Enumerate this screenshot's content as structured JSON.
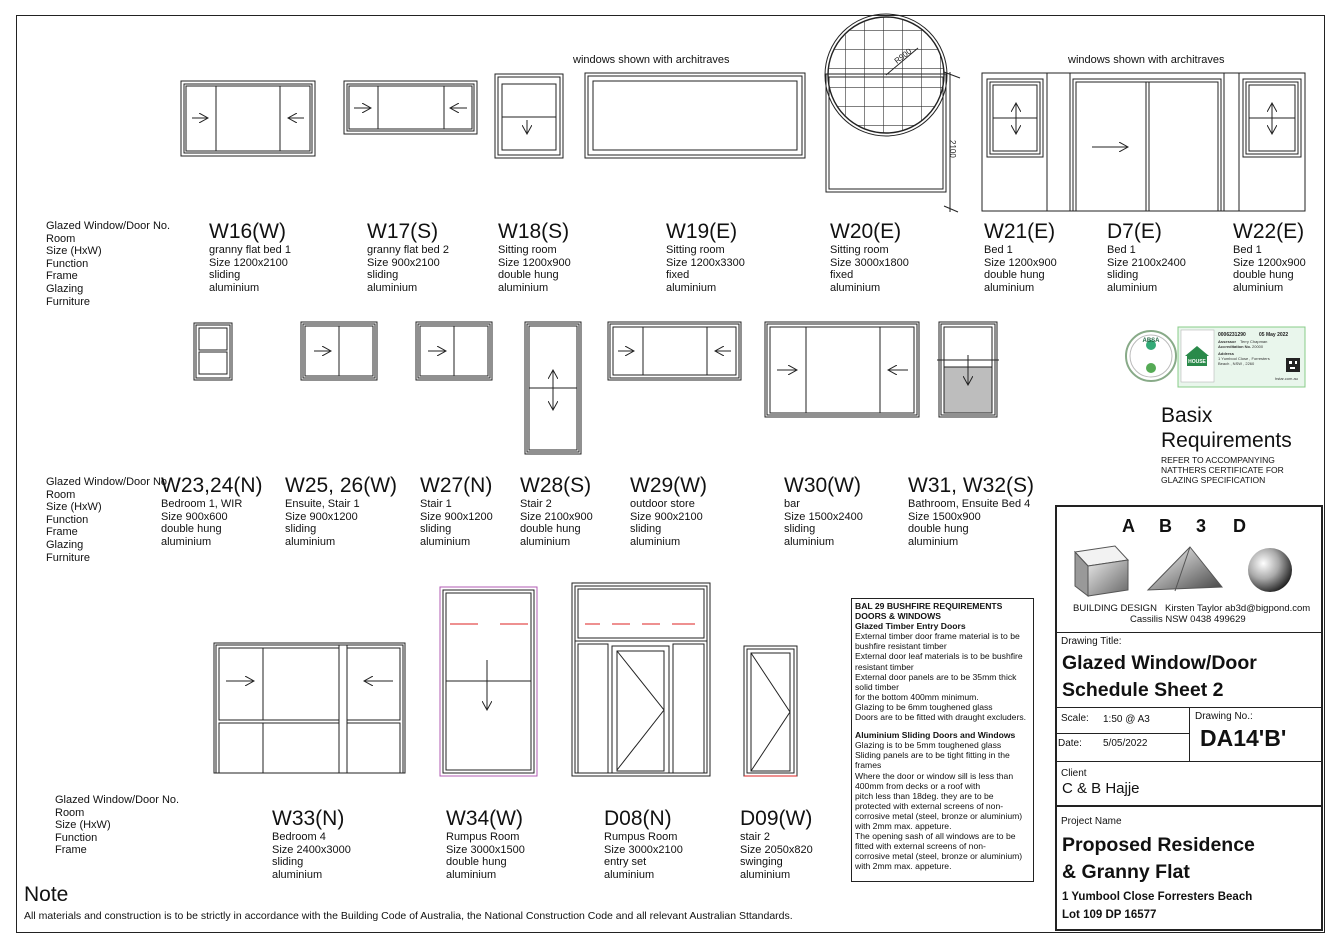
{
  "sheet": {
    "archi_note_1": "windows shown with architraves",
    "archi_note_2": "windows shown with architraves",
    "dim_r900": "R900",
    "dim_2100": "2100"
  },
  "legend_rows": [
    "Glazed Window/Door No.",
    "Room",
    "Size (HxW)",
    "Function",
    "Frame",
    "Glazing",
    "Furniture"
  ],
  "legend_rows_short": [
    "Glazed Window/Door No.",
    "Room",
    "Size (HxW)",
    "Function",
    "Frame"
  ],
  "row1": [
    {
      "code": "W16(W)",
      "room": "granny flat bed 1",
      "size": "Size 1200x2100",
      "function": "sliding",
      "frame": "aluminium"
    },
    {
      "code": "W17(S)",
      "room": "granny flat bed 2",
      "size": "Size 900x2100",
      "function": "sliding",
      "frame": "aluminium"
    },
    {
      "code": "W18(S)",
      "room": "Sitting room",
      "size": "Size 1200x900",
      "function": "double hung",
      "frame": "aluminium"
    },
    {
      "code": "W19(E)",
      "room": "Sitting room",
      "size": "Size 1200x3300",
      "function": "fixed",
      "frame": "aluminium"
    },
    {
      "code": "W20(E)",
      "room": "Sitting room",
      "size": "Size 3000x1800",
      "function": "fixed",
      "frame": "aluminium"
    },
    {
      "code": "W21(E)",
      "room": "Bed 1",
      "size": "Size 1200x900",
      "function": "double hung",
      "frame": "aluminium"
    },
    {
      "code": "D7(E)",
      "room": "Bed 1",
      "size": "Size 2100x2400",
      "function": "sliding",
      "frame": "aluminium"
    },
    {
      "code": "W22(E)",
      "room": "Bed 1",
      "size": "Size 1200x900",
      "function": "double hung",
      "frame": "aluminium"
    }
  ],
  "row2": [
    {
      "code": "W23,24(N)",
      "room": "Bedroom 1, WIR",
      "size": "Size 900x600",
      "function": "double hung",
      "frame": "aluminium"
    },
    {
      "code": "W25, 26(W)",
      "room": "Ensuite, Stair 1",
      "size": "Size 900x1200",
      "function": "sliding",
      "frame": "aluminium"
    },
    {
      "code": "W27(N)",
      "room": "Stair 1",
      "size": "Size 900x1200",
      "function": "sliding",
      "frame": "aluminium"
    },
    {
      "code": "W28(S)",
      "room": "Stair 2",
      "size": "Size 2100x900",
      "function": "double hung",
      "frame": "aluminium"
    },
    {
      "code": "W29(W)",
      "room": "outdoor store",
      "size": "Size 900x2100",
      "function": "sliding",
      "frame": "aluminium"
    },
    {
      "code": "W30(W)",
      "room": "bar",
      "size": "Size 1500x2400",
      "function": "sliding",
      "frame": "aluminium"
    },
    {
      "code": "W31, W32(S)",
      "room": "Bathroom, Ensuite Bed 4",
      "size": "Size 1500x900",
      "function": "double hung",
      "frame": "aluminium"
    }
  ],
  "row3": [
    {
      "code": "W33(N)",
      "room": "Bedroom 4",
      "size": "Size 2400x3000",
      "function": "sliding",
      "frame": "aluminium"
    },
    {
      "code": "W34(W)",
      "room": "Rumpus Room",
      "size": "Size 3000x1500",
      "function": "double hung",
      "frame": "aluminium"
    },
    {
      "code": "D08(N)",
      "room": "Rumpus Room",
      "size": "Size 3000x2100",
      "function": "entry set",
      "frame": "aluminium"
    },
    {
      "code": "D09(W)",
      "room": "stair 2",
      "size": "Size 2050x820",
      "function": "swinging",
      "frame": "aluminium"
    }
  ],
  "basix": {
    "title_line1": "Basix",
    "title_line2": "Requirements",
    "note_1": "REFER TO ACCOMPANYING",
    "note_2": "NATTHERS CERTIFICATE FOR",
    "note_3": "GLAZING SPECIFICATION",
    "cert_number": "0006231290",
    "cert_date": "05 May 2022",
    "assessor_label": "Assessor",
    "assessor_name": "Terry Chapman",
    "accreditation_label": "Accreditation No.",
    "accreditation_no": "20000",
    "address_label": "Address",
    "address_1": "1 Yumbool Close , Forresters",
    "address_2": "Beach , NSW , 2260",
    "house_label": "HOUSE",
    "nathers_url": "hstar.com.au",
    "absa_label": "ABSA"
  },
  "bal": {
    "lines": [
      {
        "t": "BAL 29 BUSHFIRE REQUIREMENTS",
        "b": true
      },
      {
        "t": "DOORS & WINDOWS",
        "b": true
      },
      {
        "t": "Glazed Timber Entry Doors",
        "b": true
      },
      {
        "t": "External timber door frame material is to be",
        "b": false
      },
      {
        "t": "bushfire resistant timber",
        "b": false
      },
      {
        "t": "External door leaf materials is to be bushfire",
        "b": false
      },
      {
        "t": "resistant timber",
        "b": false
      },
      {
        "t": "External door panels are to be 35mm thick",
        "b": false
      },
      {
        "t": "solid timber",
        "b": false
      },
      {
        "t": "for the bottom 400mm minimum.",
        "b": false
      },
      {
        "t": "Glazing to be 6mm toughened glass",
        "b": false
      },
      {
        "t": "Doors are to be fitted with draught excluders.",
        "b": false
      },
      {
        "t": "",
        "b": false
      },
      {
        "t": "Aluminium Sliding Doors and Windows",
        "b": true
      },
      {
        "t": "Glazing is to be 5mm toughened glass",
        "b": false
      },
      {
        "t": "Sliding panels are to be tight fitting in the",
        "b": false
      },
      {
        "t": "frames",
        "b": false
      },
      {
        "t": "Where the door or window sill is less than",
        "b": false
      },
      {
        "t": "400mm from decks or a roof with",
        "b": false
      },
      {
        "t": "pitch less than 18deg. they are to be",
        "b": false
      },
      {
        "t": "protected with external screens of non-",
        "b": false
      },
      {
        "t": "corrosive metal (steel, bronze or aluminium)",
        "b": false
      },
      {
        "t": "with 2mm max. appeture.",
        "b": false
      },
      {
        "t": "The opening sash of all windows are to be",
        "b": false
      },
      {
        "t": "fitted with external screens of non-",
        "b": false
      },
      {
        "t": "corrosive metal (steel, bronze or aluminium)",
        "b": false
      },
      {
        "t": "with 2mm max. appeture.",
        "b": false
      }
    ]
  },
  "title_block": {
    "logo_letters": [
      "A",
      "B",
      "3",
      "D"
    ],
    "company": "BUILDING DESIGN",
    "contact": "Kirsten Taylor  ab3d@bigpond.com",
    "location": "Cassilis NSW    0438 499629",
    "drawing_title_label": "Drawing Title:",
    "drawing_title_1": "Glazed Window/Door",
    "drawing_title_2": "Schedule Sheet 2",
    "scale_label": "Scale:",
    "scale": "1:50 @ A3",
    "date_label": "Date:",
    "date": "5/05/2022",
    "drawing_no_label": "Drawing No.:",
    "drawing_no": "DA14'B'",
    "client_label": "Client",
    "client": "C & B Hajje",
    "project_label": "Project Name",
    "project_1": "Proposed Residence",
    "project_2": "& Granny Flat",
    "address": "1 Yumbool Close Forresters Beach",
    "lot": "Lot 109 DP 16577"
  },
  "note": {
    "heading": "Note",
    "text": "All materials and construction is to be strictly in accordance with the Building Code of Australia,  the National Construction Code and all relevant Australian Sttandards."
  }
}
